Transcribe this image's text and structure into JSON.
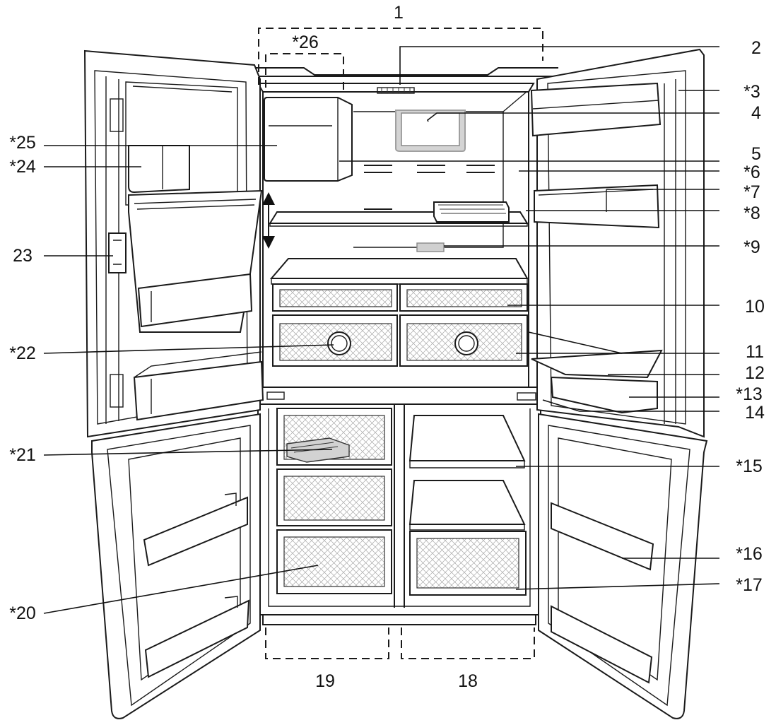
{
  "callouts": {
    "c1": "1",
    "c2": "2",
    "c3": "*3",
    "c4": "4",
    "c5": "5",
    "c6": "*6",
    "c7": "*7",
    "c8": "*8",
    "c9": "*9",
    "c10": "10",
    "c11": "11",
    "c12": "12",
    "c13": "*13",
    "c14": "14",
    "c15": "*15",
    "c16": "*16",
    "c17": "*17",
    "c18": "18",
    "c19": "19",
    "c20": "*20",
    "c21": "*21",
    "c22": "*22",
    "c23": "23",
    "c24": "*24",
    "c25": "*25",
    "c26": "*26"
  },
  "colors": {
    "line": "#1a1a1a",
    "light_housing": "#c9c9c9",
    "background": "#ffffff"
  }
}
